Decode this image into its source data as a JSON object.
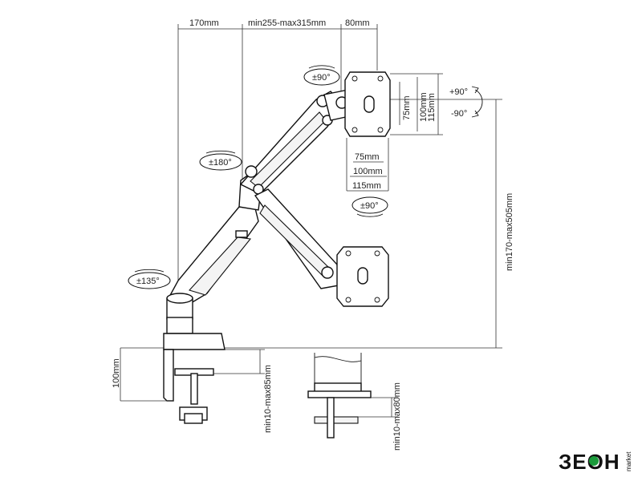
{
  "dimensions": {
    "top_1": "170mm",
    "top_2": "min255-max315mm",
    "top_3": "80mm",
    "vesa_h_75": "75mm",
    "vesa_h_100": "100mm",
    "vesa_h_115": "115mm",
    "vesa_w_75": "75mm",
    "vesa_w_100": "100mm",
    "vesa_w_115": "115mm",
    "height_range": "min170-max505mm",
    "clamp_height": "100mm",
    "clamp_thickness": "min10-max85mm",
    "grommet_thickness": "min10-max80mm"
  },
  "rotations": {
    "base": "±135°",
    "elbow": "±180°",
    "head_swivel": "±90°",
    "tilt": "±90°",
    "rotate_up": "+90°",
    "rotate_down": "-90°"
  },
  "logo": {
    "text": "ЗЕОН",
    "subtext": "market",
    "accent_color": "#1a9a3a"
  }
}
